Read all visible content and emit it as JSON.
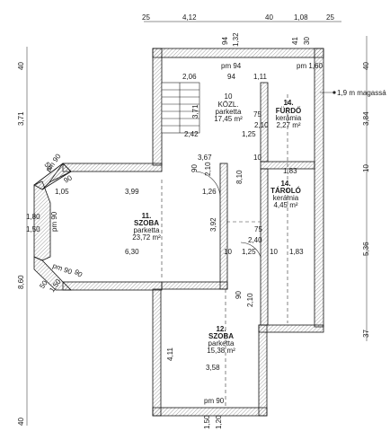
{
  "dims_top": [
    "25",
    "4,12",
    "40",
    "1,08",
    "25"
  ],
  "dims_left": [
    "40",
    "3,71",
    "8,60",
    "40"
  ],
  "dims_right": [
    "40",
    "3,84",
    "10",
    "5,36",
    "37"
  ],
  "dims_inner": {
    "d94a": "94",
    "d132": "1,32",
    "d41": "41",
    "d30": "30",
    "pm94": "pm 94",
    "pm160": "pm 1,60",
    "d206": "2,06",
    "d94b": "94",
    "d111": "1,11",
    "d371": "3,71",
    "d75a": "75",
    "d210a": "2,10",
    "d242": "2,42",
    "d125a": "1,25",
    "d367": "3,67",
    "d10a": "10",
    "d90a": "90",
    "d210b": "2,10",
    "d810": "8,10",
    "d183a": "1,83",
    "d126": "1,26",
    "d105": "1,05",
    "d399": "3,99",
    "d392": "3,92",
    "d75b": "75",
    "d240": "2,40",
    "d630": "6,30",
    "d10b": "10",
    "d125b": "1,25",
    "d10c": "10",
    "d183b": "1,83",
    "d180": "1,80",
    "d150a": "1,50",
    "pm90a": "pm 90",
    "pm90b": "pm 90",
    "pm90c": "pm 90",
    "d90b": "90",
    "d50a": "50",
    "d50b": "50",
    "d150b": "1,50",
    "d90c": "90",
    "d90d": "90",
    "d210c": "2,10",
    "d411": "4,11",
    "d358": "3,58",
    "pm90d": "pm 90",
    "d150c": "1,50",
    "d120": "1,20"
  },
  "rooms": [
    {
      "number": "10",
      "name": "KÖZL.",
      "floor": "parketta",
      "area": "17,45 m²"
    },
    {
      "number": "14.",
      "name": "FÜRDŐ",
      "floor": "kerámia",
      "area": "2,27 m²"
    },
    {
      "number": "14.",
      "name": "TÁROLÓ",
      "floor": "kerámia",
      "area": "4,45 m²"
    },
    {
      "number": "11.",
      "name": "SZOBA",
      "floor": "parketta",
      "area": "23,72 m²"
    },
    {
      "number": "12.",
      "name": "SZOBA",
      "floor": "parketta",
      "area": "15,38 m²"
    }
  ],
  "annotation": "1,9 m magassá"
}
